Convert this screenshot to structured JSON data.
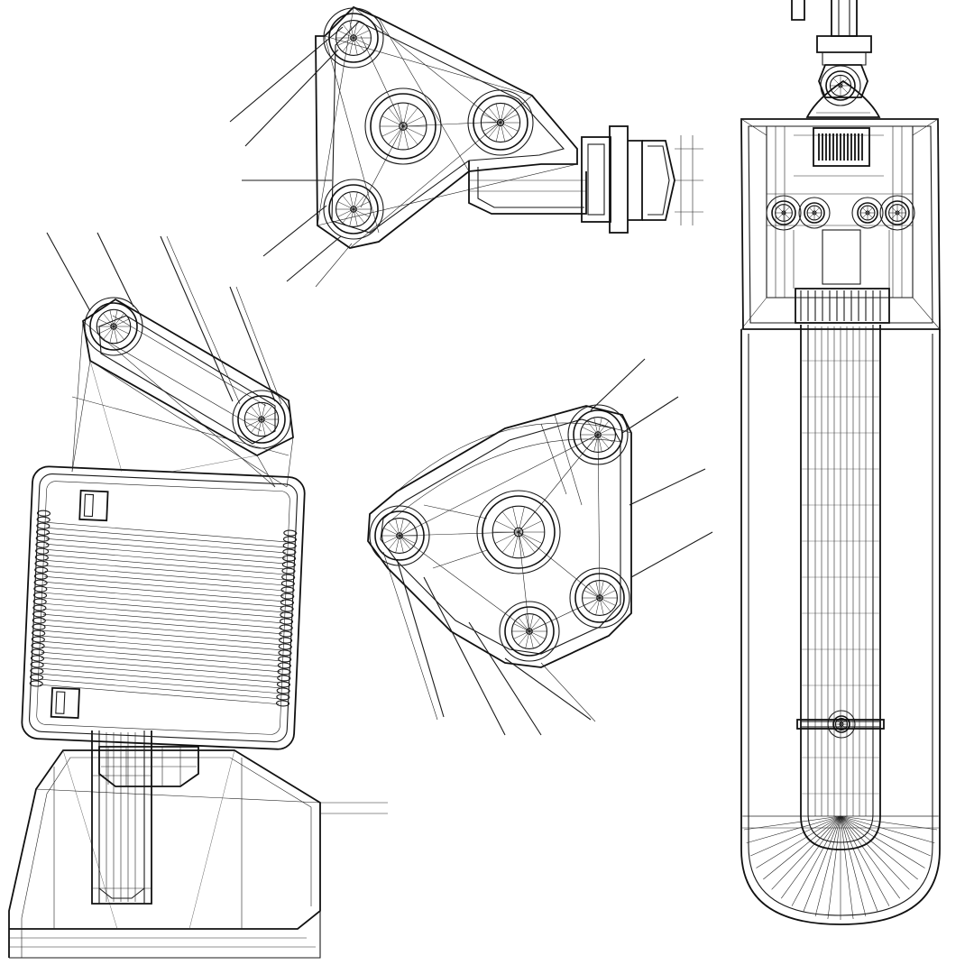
{
  "figure": {
    "background": "#ffffff",
    "line_color": "#1a1a1a",
    "views": [
      "detector-head-with-arm-and-base",
      "triangular-linkage-top",
      "fan-shaped-linkage-center",
      "vertical-probe-assembly-right"
    ]
  }
}
